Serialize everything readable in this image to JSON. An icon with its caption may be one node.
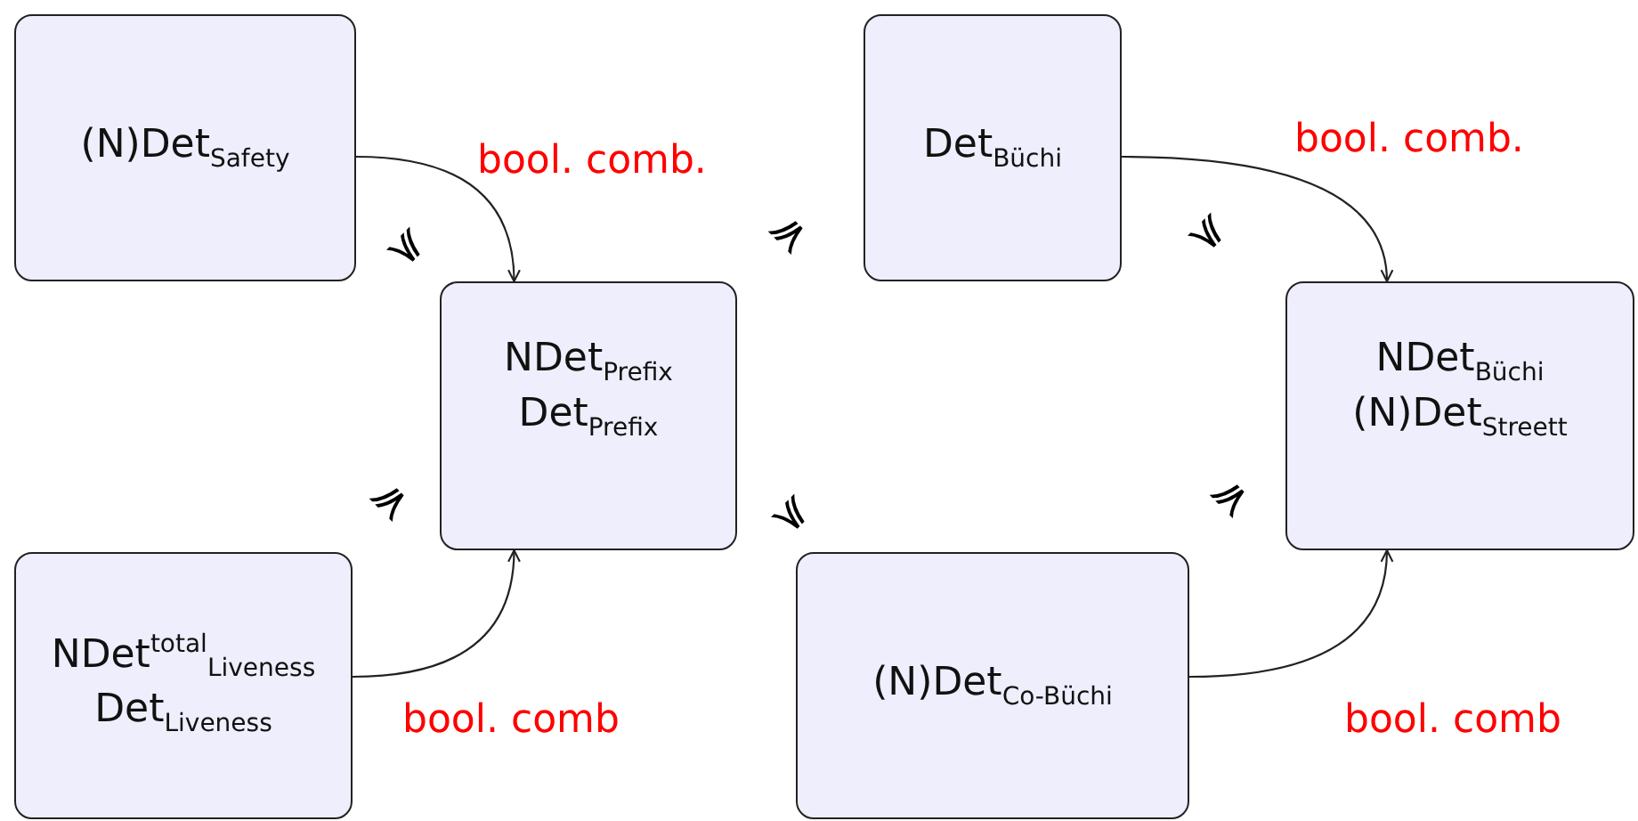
{
  "diagram": {
    "nodes": [
      {
        "text": [
          "(N)Det$_{Safety}$"
        ]
      },
      {
        "text": [
          "NDet$_{Prefix}$ Det$_{Prefix}$"
        ]
      },
      {
        "text": [
          "Det$_{Büchi}$"
        ]
      },
      {
        "text": [
          "NDet$_{Büchi}$ (N)Det$_{Streett}$"
        ]
      },
      {
        "text": [
          "NDet$^{total}$$_{Liveness}$ Det$_{Liveness}$"
        ]
      },
      {
        "text": [
          "(N)Det$_{Co-Büchi}$"
        ]
      }
    ],
    "edges": [
      {
        "from": 0,
        "to": 1,
        "arrow": "to",
        "label": "bool. comb."
      },
      {
        "from": 4,
        "to": 1,
        "arrow": "to",
        "label": "bool. comb"
      },
      {
        "from": 2,
        "to": 3,
        "arrow": "to",
        "label": "bool. comb."
      },
      {
        "from": 5,
        "to": 3,
        "arrow": "to",
        "label": "bool. comb"
      }
    ],
    "labels": [
      "≼",
      "≼",
      "≼",
      "≼",
      "≼",
      "≼"
    ]
  }
}
